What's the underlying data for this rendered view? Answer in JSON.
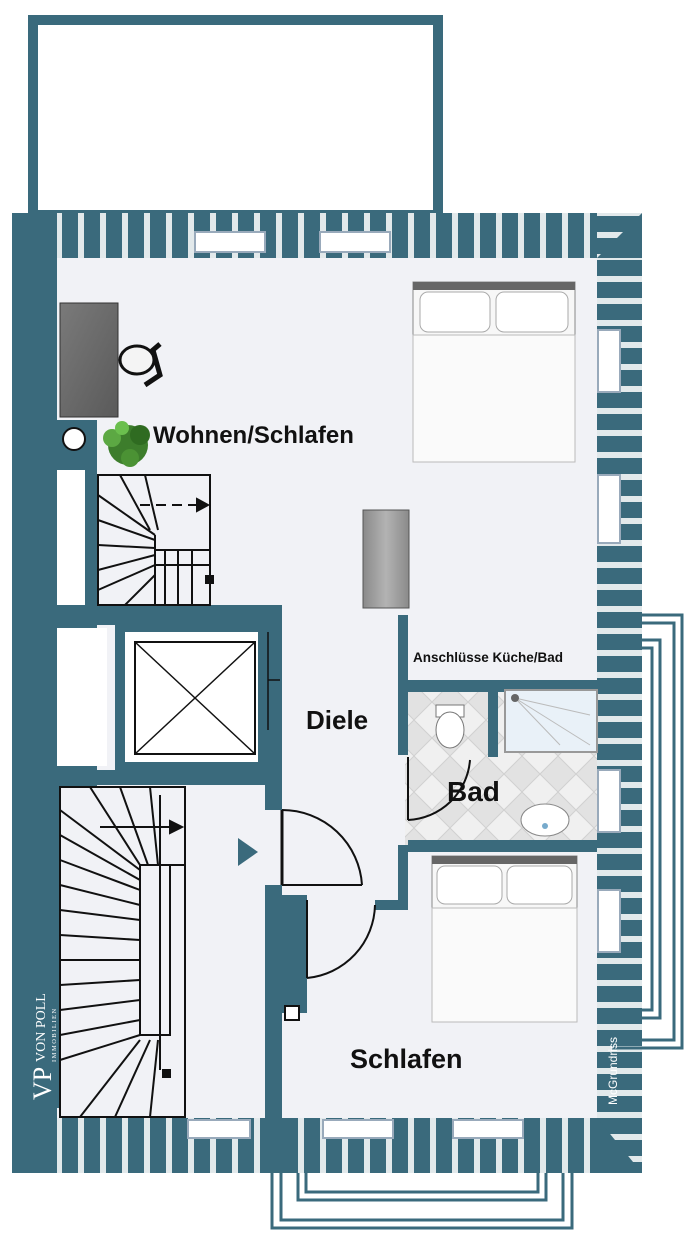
{
  "floorplan": {
    "rooms": {
      "wohnen_schlafen": "Wohnen/Schlafen",
      "diele": "Diele",
      "bad": "Bad",
      "schlafen": "Schlafen"
    },
    "annotations": {
      "anschluesse": "Anschlüsse Küche/Bad"
    },
    "branding": {
      "logo_mark": "VP",
      "company": "VON POLL",
      "company_sub": "IMMOBILIEN",
      "credit": "McGrundriss"
    },
    "colors": {
      "wall": "#3a6a7c",
      "floor": "#f1f2f6",
      "bathroom_tile": "#eaeaea",
      "line": "#111111"
    }
  }
}
